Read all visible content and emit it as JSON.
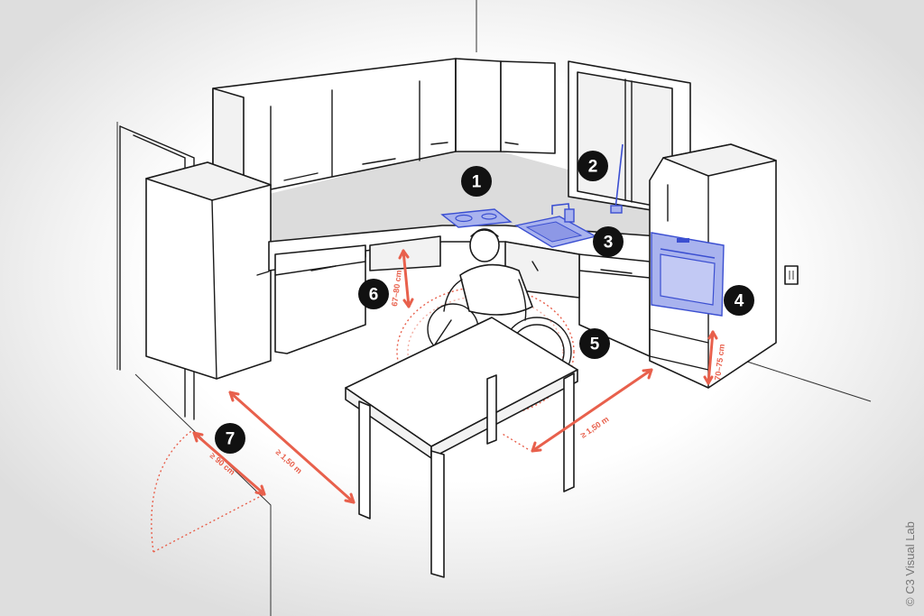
{
  "callouts": [
    {
      "number": "1",
      "subject": "hob"
    },
    {
      "number": "2",
      "subject": "window handle"
    },
    {
      "number": "3",
      "subject": "sink"
    },
    {
      "number": "4",
      "subject": "oven"
    },
    {
      "number": "5",
      "subject": "turning circle"
    },
    {
      "number": "6",
      "subject": "underside clearance"
    },
    {
      "number": "7",
      "subject": "door width"
    }
  ],
  "measurements": {
    "counter_clearance": "67–80 cm",
    "oven_height": "70–75 cm",
    "aisle_table_right": "≥ 1,50 m",
    "aisle_table_left": "≥ 1,50 m",
    "door_width": "≥ 90 cm"
  },
  "credit": "© C3 Visual Lab",
  "colors": {
    "measure": "#e8604c",
    "highlight_fill": "#a9b3ee",
    "highlight_stroke": "#3b4fd1",
    "badge": "#111111"
  }
}
